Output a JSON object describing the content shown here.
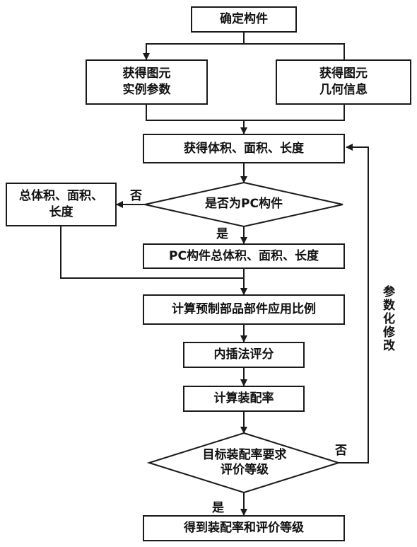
{
  "nodes": {
    "determine_component": "确定构件",
    "get_instance_params": "获得图元\n实例参数",
    "get_geometry_info": "获得图元\n几何信息",
    "get_volume_area_length": "获得体积、面积、长度",
    "is_pc_component": "是否为PC构件",
    "total_volume_area_length": "总体积、面积、\n长度",
    "pc_total_volume_area_length": "PC构件总体积、面积、长度",
    "calc_prefab_ratio": "计算预制部品部件应用比例",
    "interpolation_score": "内插法评分",
    "calc_assembly_rate": "计算装配率",
    "target_requirement": "目标装配率要求\n评价等级",
    "get_rate_and_grade": "得到装配率和评价等级"
  },
  "labels": {
    "no_1": "否",
    "yes_1": "是",
    "no_2": "否",
    "yes_2": "是",
    "param_modify": "参数化修改"
  }
}
